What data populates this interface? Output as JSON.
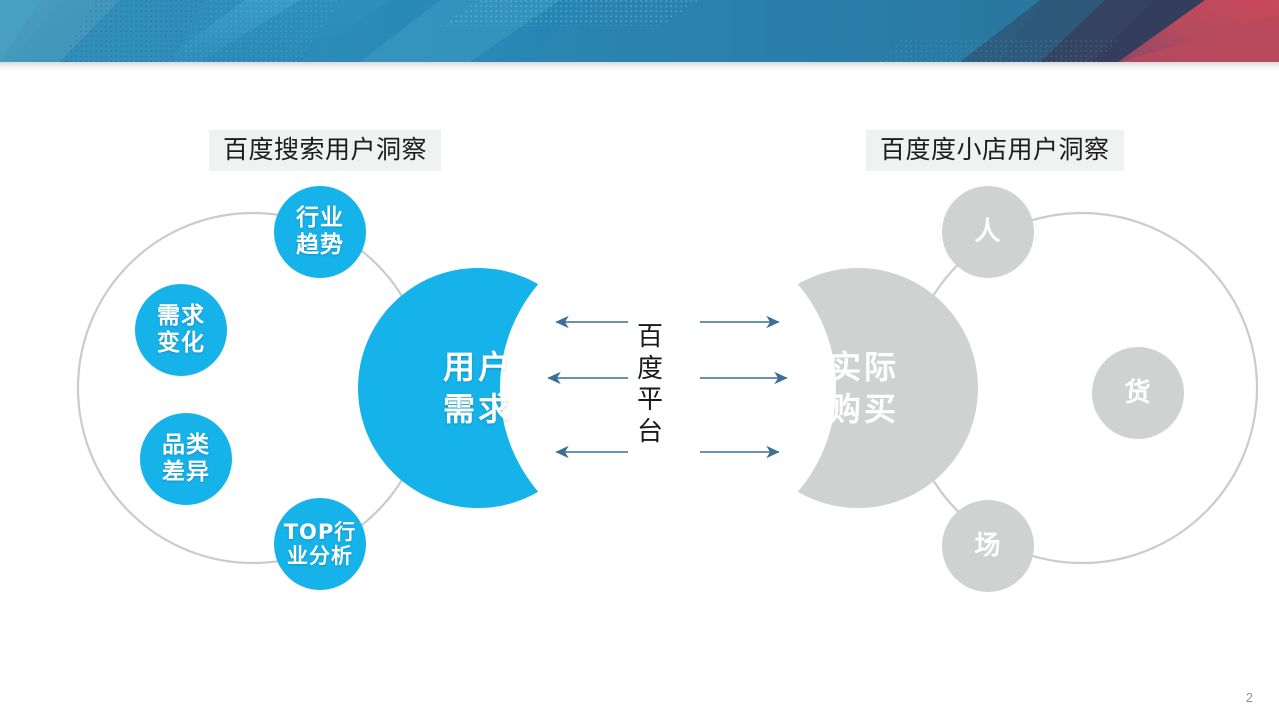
{
  "slide": {
    "page_number": "2",
    "banner": {
      "colors": {
        "blue_light": "#3d9dc7",
        "blue_mid": "#2980ad",
        "blue_deep": "#2a6e93",
        "navy": "#2d4f72",
        "navy_dark": "#333f5e",
        "red": "#c04a5c"
      }
    }
  },
  "left_section": {
    "title": "百度搜索用户洞察",
    "core": {
      "line1": "用户",
      "line2": "需求",
      "color": "#16b2ea"
    },
    "nodes": [
      {
        "line1": "行业",
        "line2": "趋势"
      },
      {
        "line1": "需求",
        "line2": "变化"
      },
      {
        "line1": "品类",
        "line2": "差异"
      },
      {
        "line1": "TOP行",
        "line2": "业分析"
      }
    ]
  },
  "center": {
    "vertical_text": [
      "百",
      "度",
      "平",
      "台"
    ],
    "arrow_color": "#4a7fa5",
    "arrow_count": 3
  },
  "right_section": {
    "title": "百度度小店用户洞察",
    "core": {
      "line1": "实际",
      "line2": "购买",
      "color": "#d0d2d2"
    },
    "nodes": [
      {
        "line1": "人"
      },
      {
        "line1": "货"
      },
      {
        "line1": "场"
      }
    ]
  }
}
